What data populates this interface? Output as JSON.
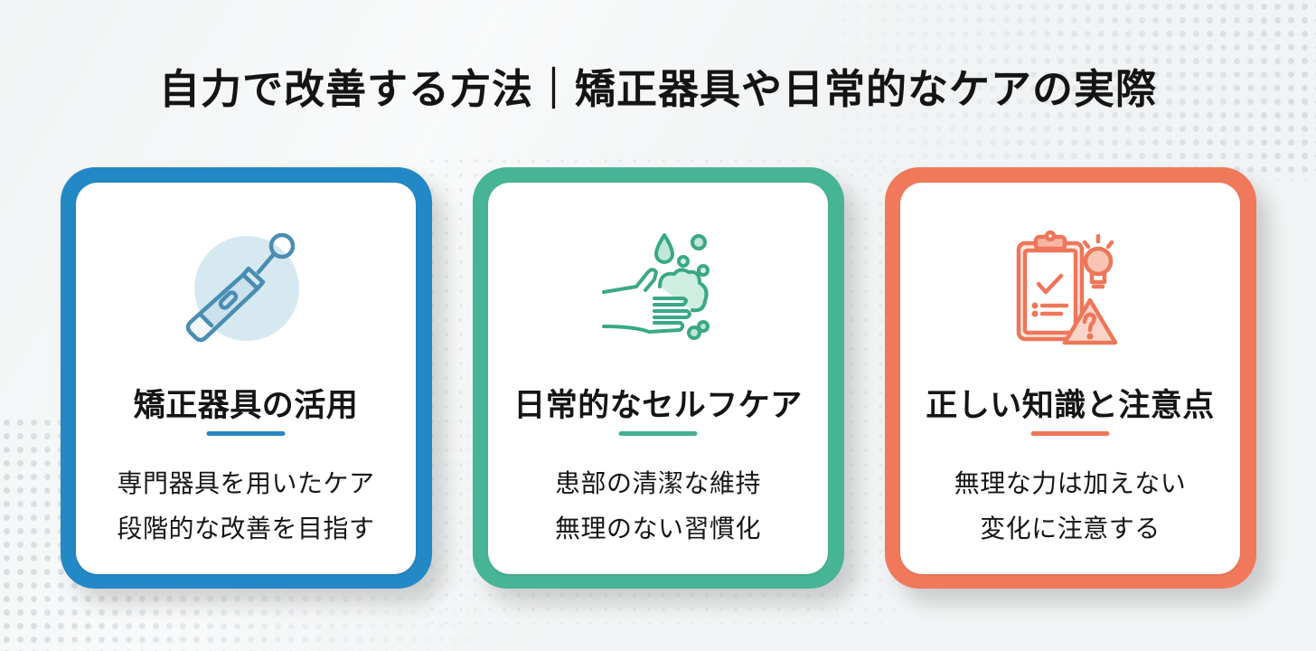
{
  "title": "自力で改善する方法｜矯正器具や日常的なケアの実際",
  "colors": {
    "background": "#f1f3f4",
    "blue": "#2388c6",
    "green": "#47b495",
    "orange": "#f0795c",
    "text": "#151515"
  },
  "cards": [
    {
      "icon": "orthodontic-device-icon",
      "heading": "矯正器具の活用",
      "lines": [
        "専門器具を用いたケア",
        "段階的な改善を目指す"
      ],
      "accent": "#2388c6"
    },
    {
      "icon": "hand-washing-icon",
      "heading": "日常的なセルフケア",
      "lines": [
        "患部の清潔な維持",
        "無理のない習慣化"
      ],
      "accent": "#47b495"
    },
    {
      "icon": "checklist-warning-icon",
      "heading": "正しい知識と注意点",
      "lines": [
        "無理な力は加えない",
        "変化に注意する"
      ],
      "accent": "#f0795c"
    }
  ]
}
